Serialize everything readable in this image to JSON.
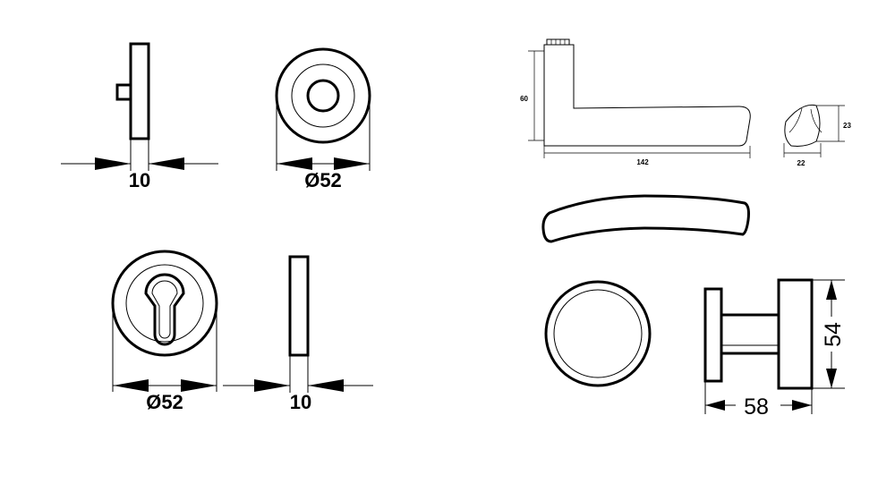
{
  "dimensions": {
    "rose_side_thickness": "10",
    "rose_front_diameter": "Ø52",
    "escutcheon_diameter": "Ø52",
    "escutcheon_side_thickness": "10",
    "handle_height": "60",
    "handle_length": "142",
    "handle_section_height": "23",
    "handle_section_width": "22",
    "knob_depth": "58",
    "knob_diameter": "54"
  }
}
